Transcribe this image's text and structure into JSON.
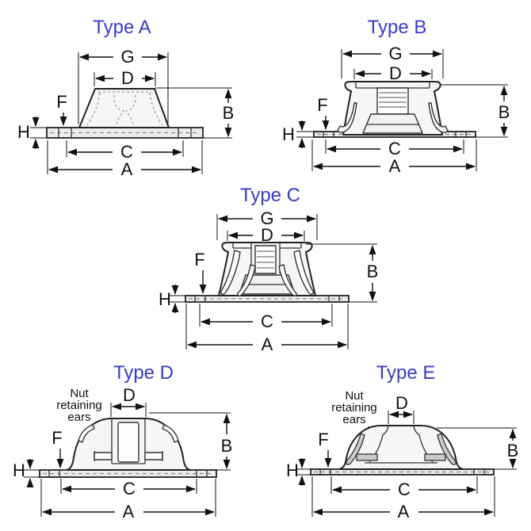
{
  "page": {
    "background": "#ffffff"
  },
  "colors": {
    "title": "#3b3bc9",
    "line": "#111111",
    "body_fill": "#f6f6f6"
  },
  "figures": [
    {
      "title": "Type A",
      "dims": {
        "G": "G",
        "D": "D",
        "F": "F",
        "H": "H",
        "B": "B",
        "C": "C",
        "A": "A"
      }
    },
    {
      "title": "Type B",
      "dims": {
        "G": "G",
        "D": "D",
        "F": "F",
        "H": "H",
        "B": "B",
        "C": "C",
        "A": "A"
      }
    },
    {
      "title": "Type C",
      "dims": {
        "G": "G",
        "D": "D",
        "F": "F",
        "H": "H",
        "B": "B",
        "C": "C",
        "A": "A"
      }
    },
    {
      "title": "Type D",
      "dims": {
        "D": "D",
        "F": "F",
        "H": "H",
        "B": "B",
        "C": "C",
        "A": "A"
      },
      "annotation": [
        "Nut",
        "retaining",
        "ears"
      ]
    },
    {
      "title": "Type E",
      "dims": {
        "D": "D",
        "F": "F",
        "H": "H",
        "B": "B",
        "C": "C",
        "A": "A"
      },
      "annotation": [
        "Nut",
        "retaining",
        "ears"
      ]
    }
  ]
}
